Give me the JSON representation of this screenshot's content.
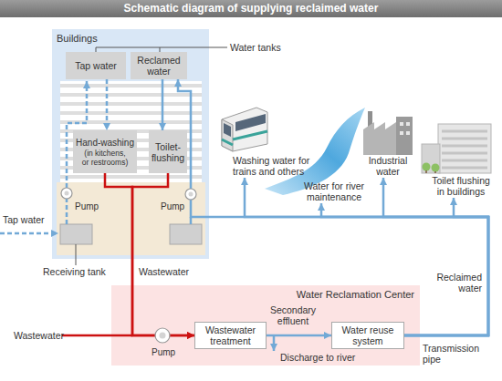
{
  "diagram": {
    "title": "Schematic diagram of supplying reclaimed water",
    "nodes": [
      {
        "text": [
          "Buildings"
        ]
      },
      {
        "text": [
          "Tap water"
        ],
        "in": 0
      },
      {
        "text": [
          "Reclamed water"
        ],
        "in": 0
      },
      {
        "text": [
          "Hand-washing",
          "(in kitchens, or restrooms)"
        ],
        "in": 0
      },
      {
        "text": [
          "Toilet-flushing"
        ],
        "in": 0
      },
      {
        "text": [
          "Washing water for trains and others"
        ]
      },
      {
        "text": [
          "Water for river maintenance"
        ]
      },
      {
        "text": [
          "Industrial water"
        ]
      },
      {
        "text": [
          "Toilet flushing in buildings"
        ]
      },
      {
        "text": [
          "Water Reclamation Center"
        ]
      },
      {
        "text": [
          "Wastewater treatment"
        ],
        "in": 9
      },
      {
        "text": [
          "Water reuse system"
        ],
        "in": 9
      }
    ],
    "edges": [
      {
        "from": 1,
        "to": 3,
        "arrow": "to"
      },
      {
        "from": 2,
        "to": 4,
        "arrow": "to"
      },
      {
        "from": 3,
        "to": 10,
        "arrow": "to"
      },
      {
        "from": 4,
        "to": 10,
        "arrow": "to"
      },
      {
        "from": 10,
        "to": 11,
        "label": "Secondary effluent",
        "arrow": "to"
      },
      {
        "from": 11,
        "to": 5,
        "arrow": "to"
      },
      {
        "from": 11,
        "to": 6,
        "arrow": "to"
      },
      {
        "from": 11,
        "to": 7,
        "arrow": "to"
      },
      {
        "from": 11,
        "to": 8,
        "arrow": "to"
      },
      {
        "from": 11,
        "to": 2,
        "arrow": "to"
      }
    ],
    "labels": [
      "Water tanks",
      "Tap water",
      "Pump",
      "Pump",
      "Receiving tank",
      "Wastewater",
      "Wastewater",
      "Pump",
      "Discharge to river",
      "Reclaimed water",
      "Transmission pipe"
    ]
  }
}
